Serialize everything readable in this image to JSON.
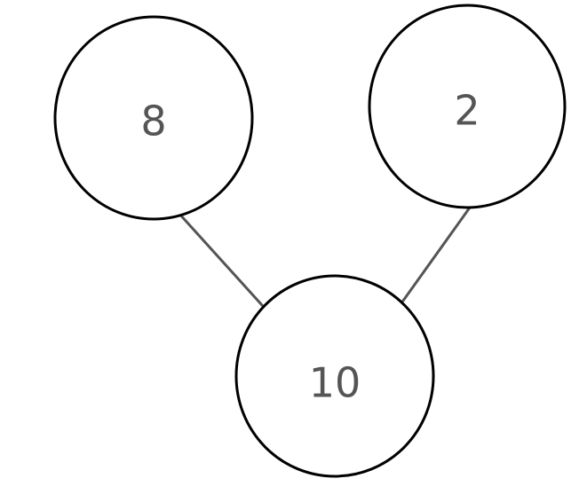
{
  "number_bond": {
    "part_left": "8",
    "part_right": "2",
    "whole": "10"
  },
  "colors": {
    "circle_stroke": "#000000",
    "connector": "#555555",
    "label": "#555555",
    "background": "#ffffff"
  }
}
